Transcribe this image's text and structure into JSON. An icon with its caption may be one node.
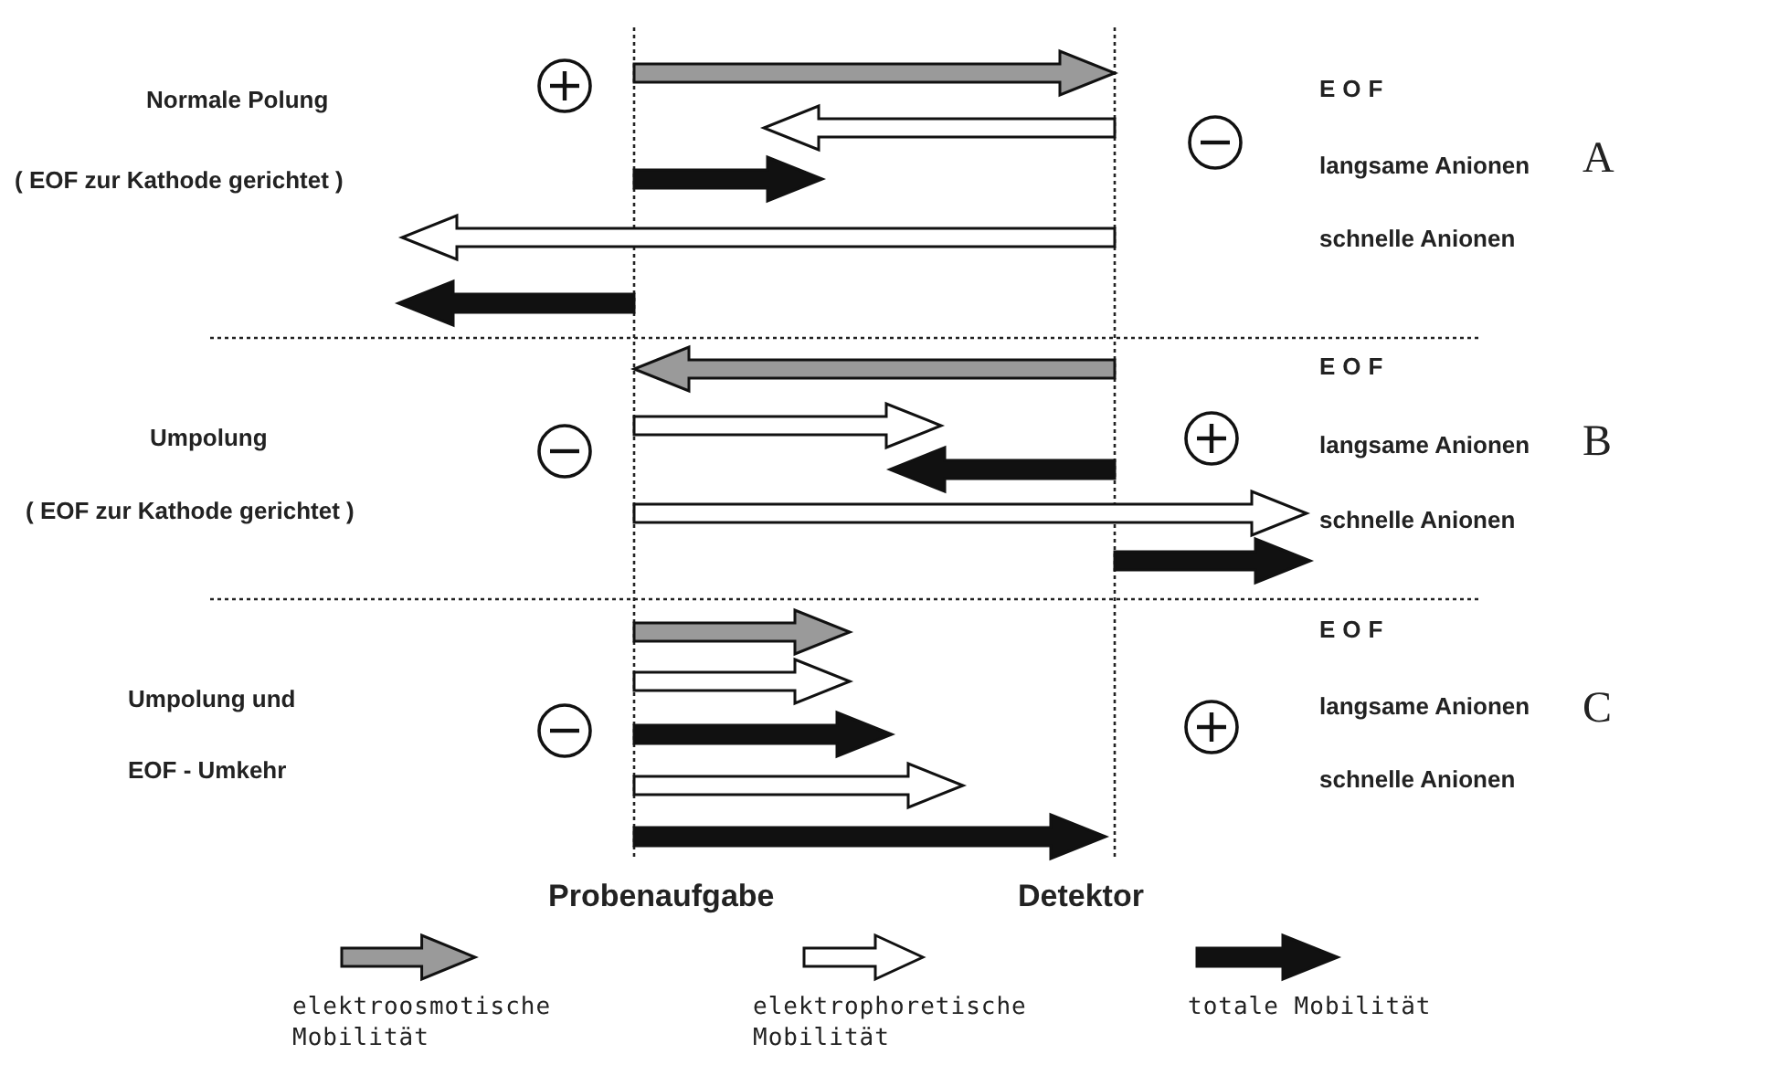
{
  "diagram": {
    "labels": [
      "Normale Polung",
      "( EOF zur Kathode gerichtet )",
      "EOF",
      "langsame Anionen",
      "schnelle Anionen",
      "A",
      "Umpolung",
      "( EOF zur Kathode gerichtet )",
      "EOF",
      "langsame Anionen",
      "schnelle Anionen",
      "B",
      "Umpolung und",
      "EOF - Umkehr",
      "EOF",
      "langsame Anionen",
      "schnelle Anionen",
      "C",
      "Probenaufgabe",
      "Detektor"
    ],
    "legend": [
      {
        "text": "elektroosmotische Mobilität"
      },
      {
        "text": "elektrophoretische Mobilität"
      },
      {
        "text": "totale Mobilität"
      }
    ]
  }
}
